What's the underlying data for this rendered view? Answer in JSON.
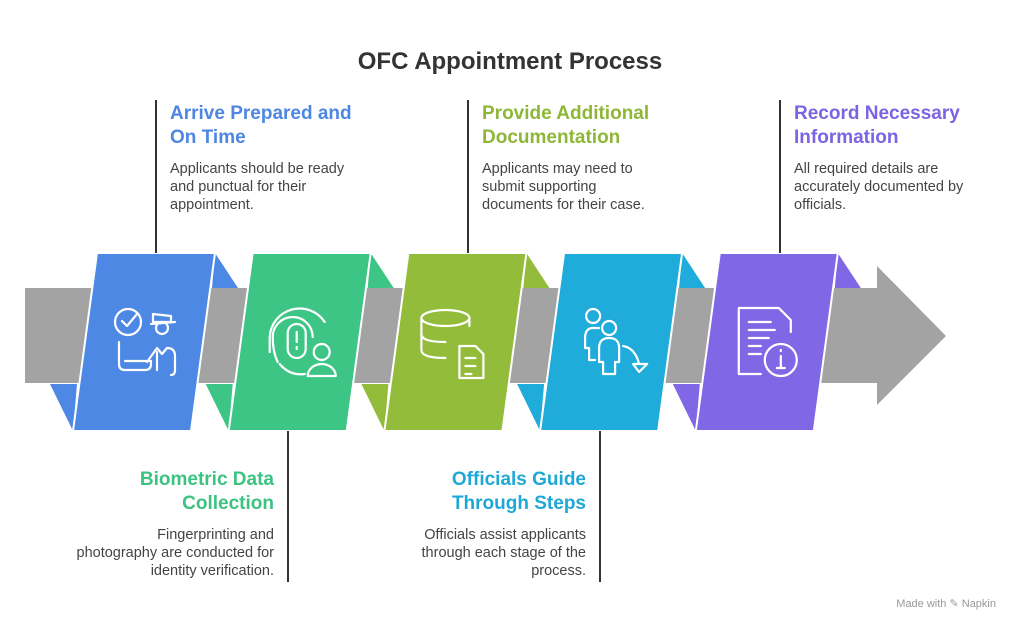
{
  "title": "OFC Appointment Process",
  "colors": {
    "band": "#A3A3A3"
  },
  "steps": [
    {
      "title": "Arrive Prepared and On Time",
      "description": "Applicants should be ready and punctual for their appointment.",
      "color": "#4E88E5",
      "icon": "checkmark-officer-icon",
      "position": "top"
    },
    {
      "title": "Biometric Data Collection",
      "description": "Fingerprinting and photography are conducted for identity verification.",
      "color": "#3DC585",
      "icon": "fingerprint-person-icon",
      "position": "bottom"
    },
    {
      "title": "Provide Additional Documentation",
      "description": "Applicants may need to submit supporting documents for their case.",
      "color": "#92BC3A",
      "icon": "database-document-icon",
      "position": "top"
    },
    {
      "title": "Officials Guide Through Steps",
      "description": "Officials assist applicants through each stage of the process.",
      "color": "#20ACDA",
      "icon": "people-guide-arrow-icon",
      "position": "bottom"
    },
    {
      "title": "Record Necessary Information",
      "description": "All required details are accurately documented by officials.",
      "color": "#7F67E6",
      "icon": "document-info-icon",
      "position": "top"
    }
  ],
  "footer": "Made with ✎ Napkin"
}
